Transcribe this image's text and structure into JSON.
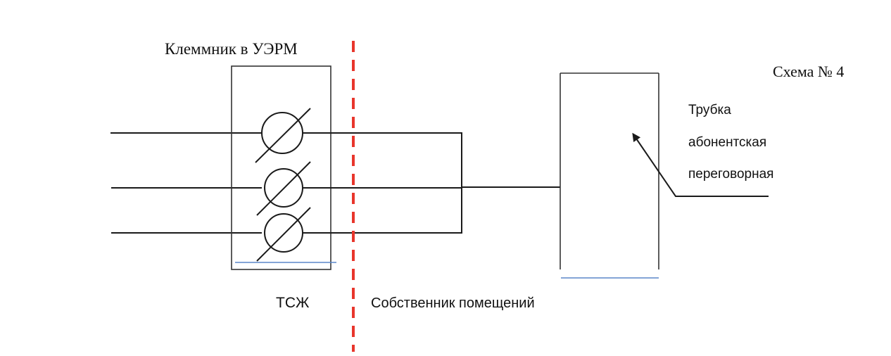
{
  "diagram": {
    "scheme_label": "Схема № 4",
    "terminal_block_label": "Клеммник в УЭРМ",
    "left_zone_label": "ТСЖ",
    "right_zone_label": "Собственник помещений",
    "device_label_lines": [
      "Трубка",
      "абонентская",
      "переговорная"
    ],
    "terminal_count": 3,
    "colors": {
      "wire": "#1a1a1a",
      "boundary": "#e8362c",
      "underline": "#5a86c8"
    }
  }
}
